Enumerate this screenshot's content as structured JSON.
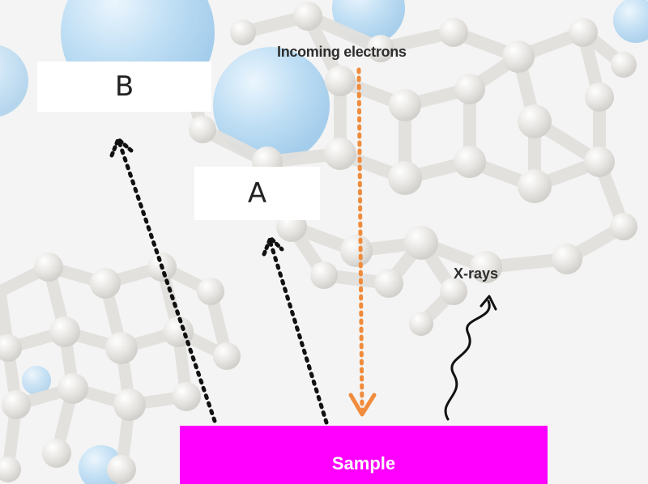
{
  "labels": {
    "b": "B",
    "a": "A",
    "incoming": "Incoming electrons",
    "xrays": "X-rays",
    "sample": "Sample"
  },
  "colors": {
    "sample": "#ff00ff",
    "incoming_arrow": "#f08c3c",
    "emitted_arrows": "#111111",
    "spheres": "#a9d4f2"
  },
  "icons": {
    "background": "molecular-lattice-icon",
    "emission": "wavy-arrow-icon"
  }
}
